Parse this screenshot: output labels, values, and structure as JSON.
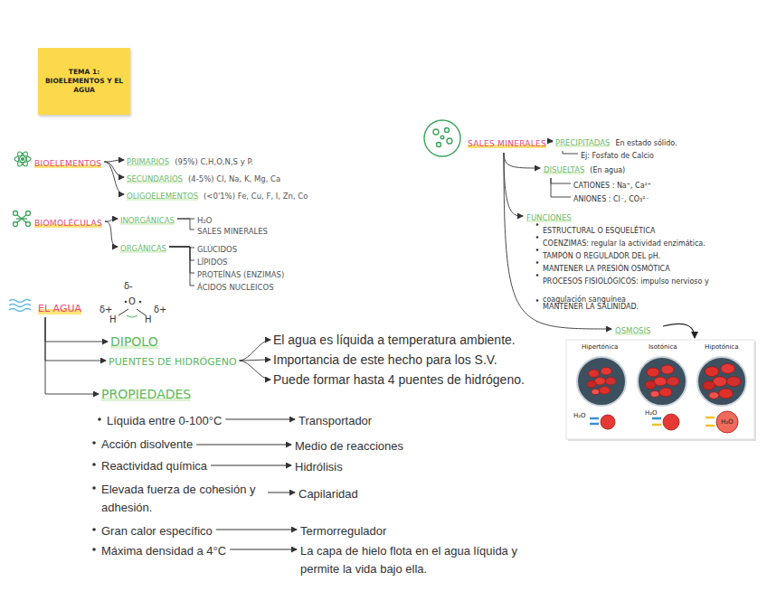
{
  "diagram": {
    "title": "TEMA 1: BIOELEMENTOS Y EL AGUA",
    "nodes": [
      {
        "text": [
          "BIOELEMENTOS"
        ]
      },
      {
        "text": [
          "PRIMARIOS",
          "(95%) C,H,O,N,S y P."
        ]
      },
      {
        "text": [
          "SECUNDARIOS",
          "(4-5%) Cl, Na, K, Mg, Ca"
        ]
      },
      {
        "text": [
          "OLIGOELEMENTOS",
          "(<0'1%) Fe, Cu, F, I, Zn, Co"
        ]
      },
      {
        "text": [
          "BIOMOLÉCULAS"
        ]
      },
      {
        "text": [
          "INORGÁNICAS"
        ]
      },
      {
        "text": [
          "H₂O"
        ]
      },
      {
        "text": [
          "SALES MINERALES"
        ]
      },
      {
        "text": [
          "ORGÁNICAS"
        ]
      },
      {
        "text": [
          "GLÚCIDOS"
        ]
      },
      {
        "text": [
          "LÍPIDOS"
        ]
      },
      {
        "text": [
          "PROTEÍNAS (ENZIMAS)"
        ]
      },
      {
        "text": [
          "ÁCIDOS NUCLEICOS"
        ]
      },
      {
        "text": [
          "EL AGUA"
        ]
      },
      {
        "text": [
          "DIPOLO"
        ]
      },
      {
        "text": [
          "PUENTES DE HIDRÓGENO"
        ]
      },
      {
        "text": [
          "El agua es líquida a temperatura ambiente."
        ]
      },
      {
        "text": [
          "Importancia de este hecho para los S.V."
        ]
      },
      {
        "text": [
          "Puede formar hasta 4 puentes de hidrógeno."
        ]
      },
      {
        "text": [
          "PROPIEDADES"
        ]
      },
      {
        "text": [
          "Líquida entre 0-100°C"
        ]
      },
      {
        "text": [
          "Transportador"
        ]
      },
      {
        "text": [
          "Acción disolvente"
        ]
      },
      {
        "text": [
          "Medio de reacciones"
        ]
      },
      {
        "text": [
          "Reactividad química"
        ]
      },
      {
        "text": [
          "Hidrólisis"
        ]
      },
      {
        "text": [
          "Elevada fuerza de cohesión y adhesión."
        ]
      },
      {
        "text": [
          "Capilaridad"
        ]
      },
      {
        "text": [
          "Gran calor específico"
        ]
      },
      {
        "text": [
          "Termorregulador"
        ]
      },
      {
        "text": [
          "Máxima densidad a 4°C"
        ]
      },
      {
        "text": [
          "La capa de hielo flota en el agua líquida y permite la vida bajo ella."
        ]
      },
      {
        "text": [
          "SALES MINERALES"
        ]
      },
      {
        "text": [
          "PRECIPITADAS",
          "En estado sólido."
        ]
      },
      {
        "text": [
          "Ej: Fosfato de Calcio"
        ]
      },
      {
        "text": [
          "DISUELTAS",
          "(En agua)"
        ]
      },
      {
        "text": [
          "CATIONES : Na⁺, Ca²⁺"
        ]
      },
      {
        "text": [
          "ANIONES : Cl⁻, CO₃²⁻"
        ]
      },
      {
        "text": [
          "FUNCIONES"
        ]
      },
      {
        "text": [
          "ESTRUCTURAL O ESQUELÉTICA"
        ]
      },
      {
        "text": [
          "COENZIMAS: regular la actividad enzimática."
        ]
      },
      {
        "text": [
          "TAMPÓN O REGULADOR DEL pH."
        ]
      },
      {
        "text": [
          "MANTENER LA PRESIÓN OSMÓTICA"
        ]
      },
      {
        "text": [
          "PROCESOS FISIOLÓGICOS: impulso nervioso y coagulación sanguínea"
        ]
      },
      {
        "text": [
          "MANTENER LA SALINIDAD."
        ]
      },
      {
        "text": [
          "ÓSMOSIS"
        ]
      }
    ],
    "edges": [
      {
        "from": 0,
        "to": 1,
        "arrow": "to"
      },
      {
        "from": 0,
        "to": 2,
        "arrow": "to"
      },
      {
        "from": 0,
        "to": 3,
        "arrow": "to"
      },
      {
        "from": 4,
        "to": 5,
        "arrow": "to"
      },
      {
        "from": 4,
        "to": 8,
        "arrow": "to"
      },
      {
        "from": 5,
        "to": 6,
        "arrow": "none"
      },
      {
        "from": 5,
        "to": 7,
        "arrow": "none"
      },
      {
        "from": 8,
        "to": 9,
        "arrow": "none"
      },
      {
        "from": 8,
        "to": 10,
        "arrow": "none"
      },
      {
        "from": 8,
        "to": 11,
        "arrow": "none"
      },
      {
        "from": 8,
        "to": 12,
        "arrow": "none"
      },
      {
        "from": 13,
        "to": 14,
        "arrow": "to"
      },
      {
        "from": 13,
        "to": 15,
        "arrow": "to"
      },
      {
        "from": 13,
        "to": 19,
        "arrow": "to"
      },
      {
        "from": 15,
        "to": 16,
        "arrow": "to"
      },
      {
        "from": 15,
        "to": 17,
        "arrow": "to"
      },
      {
        "from": 15,
        "to": 18,
        "arrow": "to"
      },
      {
        "from": 20,
        "to": 21,
        "arrow": "to"
      },
      {
        "from": 22,
        "to": 23,
        "arrow": "to"
      },
      {
        "from": 24,
        "to": 25,
        "arrow": "to"
      },
      {
        "from": 26,
        "to": 27,
        "arrow": "to"
      },
      {
        "from": 28,
        "to": 29,
        "arrow": "to"
      },
      {
        "from": 30,
        "to": 31,
        "arrow": "to"
      },
      {
        "from": 32,
        "to": 33,
        "arrow": "to"
      },
      {
        "from": 32,
        "to": 35,
        "arrow": "to"
      },
      {
        "from": 32,
        "to": 38,
        "arrow": "to"
      },
      {
        "from": 32,
        "to": 45,
        "arrow": "to"
      },
      {
        "from": 33,
        "to": 34,
        "arrow": "none"
      },
      {
        "from": 35,
        "to": 36,
        "arrow": "none"
      },
      {
        "from": 35,
        "to": 37,
        "arrow": "none"
      }
    ],
    "labels": [
      "δ-",
      "O",
      "δ+",
      "δ+",
      "H",
      "H",
      "Hipertónica",
      "Isotónica",
      "Hipotónica",
      "H₂O",
      "H₂O",
      "H₂O"
    ]
  }
}
